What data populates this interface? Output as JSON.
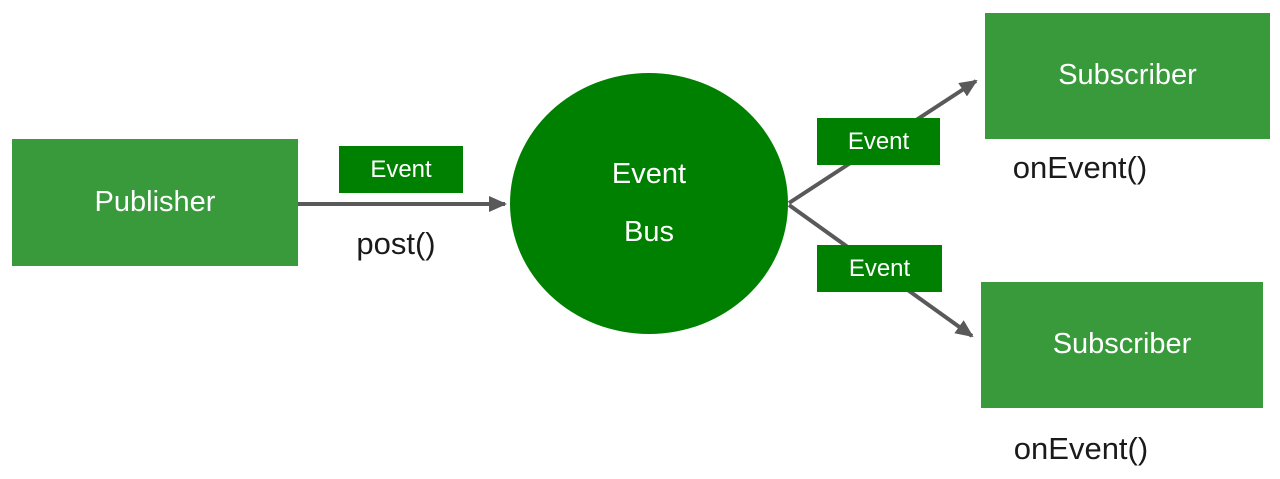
{
  "diagram": {
    "publisher": {
      "label": "Publisher",
      "method": "post()"
    },
    "event_bus": {
      "line1": "Event",
      "line2": "Bus"
    },
    "subscriber_top": {
      "label": "Subscriber",
      "method": "onEvent()"
    },
    "subscriber_bottom": {
      "label": "Subscriber",
      "method": "onEvent()"
    },
    "event_badges": {
      "publish": "Event",
      "deliver_top": "Event",
      "deliver_bottom": "Event"
    }
  },
  "colors": {
    "node_green": "#389a3a",
    "accent_green": "#008000",
    "arrow_gray": "#595959",
    "text_dark": "#1a1a1a",
    "text_light": "#ffffff",
    "background": "#ffffff"
  }
}
